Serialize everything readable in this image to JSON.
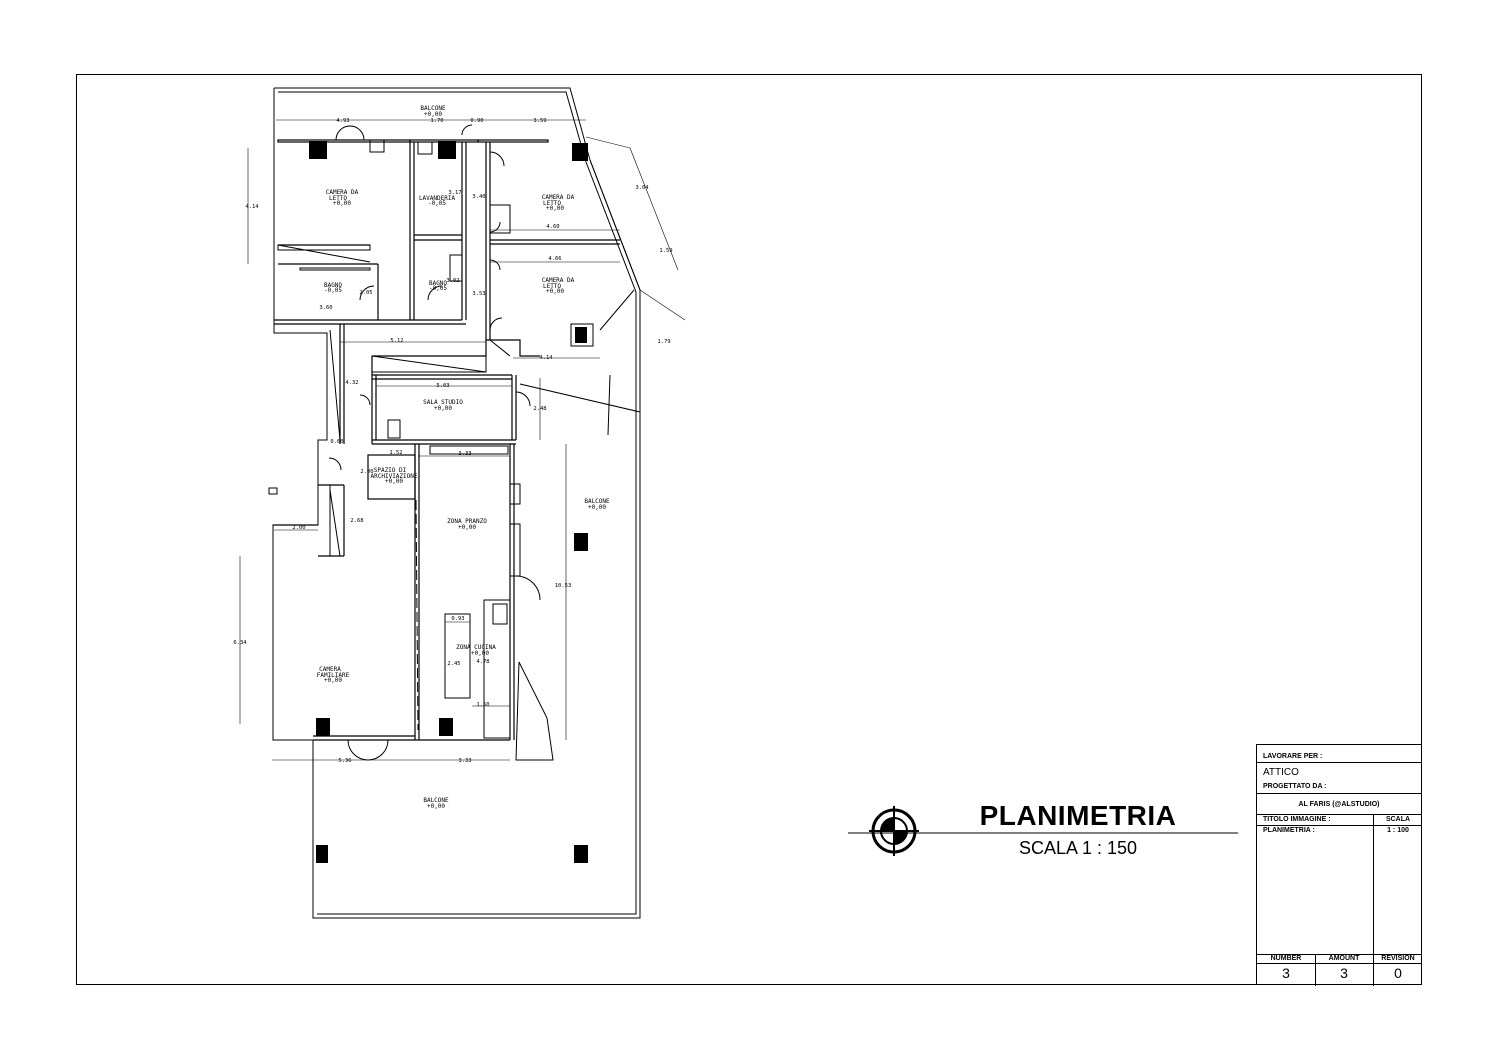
{
  "rooms": {
    "balcone_top": {
      "name": "BALCONE",
      "level": "+0,00"
    },
    "camera_letto_1": {
      "name": "CAMERA DA",
      "name2": "LETTO",
      "level": "+0,00"
    },
    "lavanderia": {
      "name": "LAVANDERIA",
      "level": "-0,05"
    },
    "camera_letto_2": {
      "name": "CAMERA DA",
      "name2": "LETTO",
      "level": "+0,00"
    },
    "camera_letto_3": {
      "name": "CAMERA DA",
      "name2": "LETTO",
      "level": "+0,00"
    },
    "bagno_1": {
      "name": "BAGNO",
      "level": "-0,05"
    },
    "bagno_2": {
      "name": "BAGNO",
      "level": "-0,05"
    },
    "sala_studio": {
      "name": "SALA STUDIO",
      "level": "+0,00"
    },
    "archiviazione": {
      "name": "SPAZIO DI",
      "name2": "ARCHIVIAZIONE",
      "level": "+0,00"
    },
    "zona_pranzo": {
      "name": "ZONA PRANZO",
      "level": "+0,00"
    },
    "balcone_right": {
      "name": "BALCONE",
      "level": "+0,00"
    },
    "zona_cucina": {
      "name": "ZONA CUCINA",
      "level": "+0,00"
    },
    "camera_familiare": {
      "name": "CAMERA",
      "name2": "FAMILIARE",
      "level": "+0,00"
    },
    "balcone_bottom": {
      "name": "BALCONE",
      "level": "+0,00"
    }
  },
  "dimensions": {
    "d1": "4.93",
    "d2": "1.70",
    "d3": "0.90",
    "d4": "3.59",
    "d5": "4.14",
    "d6": "3.17",
    "d7": "3.40",
    "d8": "3.04",
    "d9": "4.60",
    "d10": "1.59",
    "d11": "4.66",
    "d12": "2.05",
    "d13": "3.02",
    "d14": "3.53",
    "d15": "3.60",
    "d16": "5.12",
    "d17": "4.14",
    "d18": "1.79",
    "d19": "4.32",
    "d20": "5.03",
    "d21": "2.48",
    "d22": "0.60",
    "d23": "1.52",
    "d24": "3.33",
    "d25": "2.00",
    "d26": "2.00",
    "d27": "2.68",
    "d28": "10.53",
    "d29": "6.34",
    "d30": "0.93",
    "d31": "2.45",
    "d32": "4.78",
    "d33": "1.50",
    "d34": "5.36",
    "d35": "3.33"
  },
  "drawing": {
    "title": "PLANIMETRIA",
    "scale": "SCALA 1 : 150"
  },
  "title_block": {
    "lavorare_per_label": "LAVORARE PER :",
    "lavorare_per_value": "ATTICO",
    "progettato_da_label": "PROGETTATO DA :",
    "progettato_da_value": "AL FARIS (@ALSTUDIO)",
    "titolo_label": "TITOLO IMMAGINE :",
    "scala_label": "SCALA",
    "titolo_value": "PLANIMETRIA :",
    "scala_value": "1 : 100",
    "number_label": "NUMBER",
    "amount_label": "AMOUNT",
    "revision_label": "REVISION",
    "number_value": "3",
    "amount_value": "3",
    "revision_value": "0"
  }
}
